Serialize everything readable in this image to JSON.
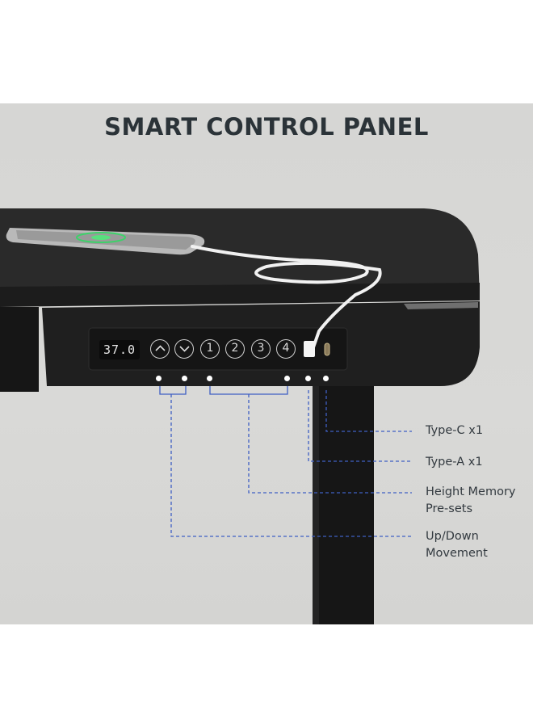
{
  "title": "SMART CONTROL PANEL",
  "panel": {
    "display_value": "37.0",
    "buttons": [
      {
        "id": "up",
        "icon": "chevron-up-icon"
      },
      {
        "id": "down",
        "icon": "chevron-down-icon"
      },
      {
        "id": "preset-1",
        "label": "1"
      },
      {
        "id": "preset-2",
        "label": "2"
      },
      {
        "id": "preset-3",
        "label": "3"
      },
      {
        "id": "preset-4",
        "label": "4"
      }
    ]
  },
  "callouts": [
    {
      "lines": [
        "Type-C x1"
      ]
    },
    {
      "lines": [
        "Type-A x1"
      ]
    },
    {
      "lines": [
        "Height Memory",
        "Pre-sets"
      ]
    },
    {
      "lines": [
        "Up/Down",
        "Movement"
      ]
    }
  ],
  "colors": {
    "background": "#d7d7d5",
    "desk": "#1e1e1e",
    "leader_line": "#3f5fc4",
    "title": "#2b3338"
  }
}
